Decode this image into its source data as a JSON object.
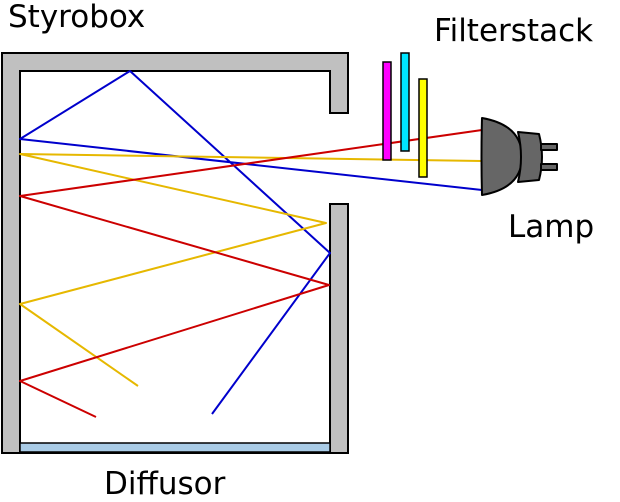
{
  "labels": {
    "box": "Styrobox",
    "filter_stack": "Filterstack",
    "lamp": "Lamp",
    "diffusor": "Diffusor"
  },
  "colors": {
    "box_wall": "#c0c0c0",
    "outline": "#000000",
    "diffusor": "#a9cbe6",
    "filter_magenta": "#ff00ff",
    "filter_cyan": "#00e5ff",
    "filter_yellow": "#ffff00",
    "lamp_body": "#666666",
    "ray_blue": "#0000cc",
    "ray_yellow": "#e6b800",
    "ray_red": "#cc0000"
  }
}
